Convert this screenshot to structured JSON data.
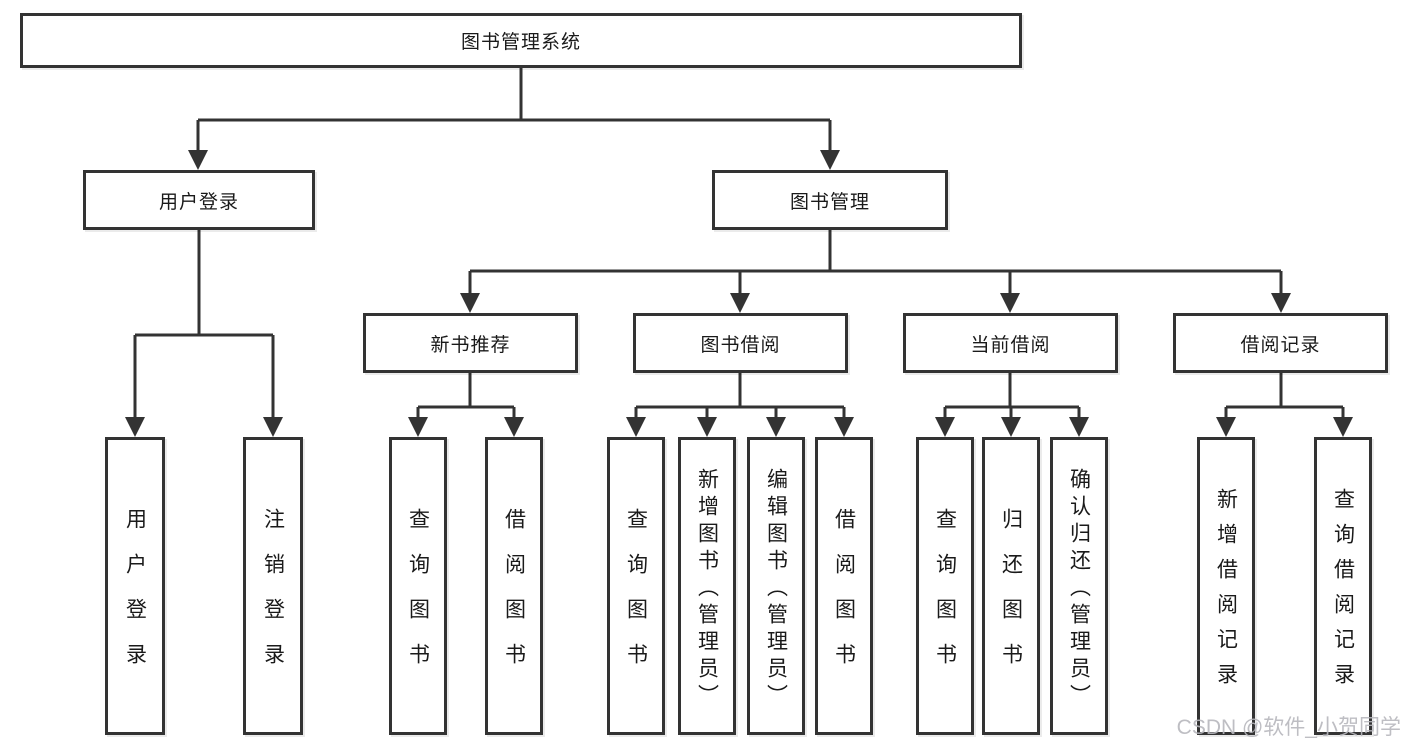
{
  "tree": {
    "root": "图书管理系统",
    "user_login_branch": {
      "label": "用户登录",
      "children": [
        "用户登录",
        "注销登录"
      ]
    },
    "book_mgmt_branch": {
      "label": "图书管理",
      "sections": [
        {
          "label": "新书推荐",
          "children": [
            "查询图书",
            "借阅图书"
          ]
        },
        {
          "label": "图书借阅",
          "children": [
            "查询图书",
            "新增图书（管理员）",
            "编辑图书（管理员）",
            "借阅图书"
          ]
        },
        {
          "label": "当前借阅",
          "children": [
            "查询图书",
            "归还图书",
            "确认归还（管理员）"
          ]
        },
        {
          "label": "借阅记录",
          "children": [
            "新增借阅记录",
            "查询借阅记录"
          ]
        }
      ]
    }
  },
  "watermark": "CSDN @软件_小贺同学",
  "colors": {
    "line": "#333333",
    "border": "#333333",
    "text": "#1a1a1a",
    "watermark": "#b7b7bd",
    "background": "#ffffff"
  }
}
